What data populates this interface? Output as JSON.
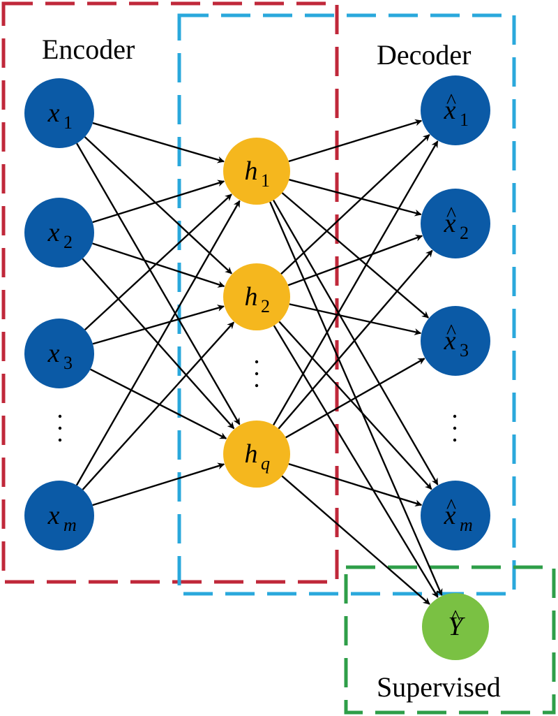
{
  "labels": {
    "encoder": "Encoder",
    "decoder": "Decoder",
    "supervised": "Supervised"
  },
  "colors": {
    "input_node": "#0b5aa6",
    "hidden_node": "#f5b71e",
    "output_node": "#0b5aa6",
    "supervised_node": "#7ac143",
    "encoder_box": "#c0283a",
    "decoder_box": "#2aa8dc",
    "supervised_box": "#2e9e48",
    "edge": "#000000"
  },
  "inputs": [
    {
      "base": "x",
      "sub": "1"
    },
    {
      "base": "x",
      "sub": "2"
    },
    {
      "base": "x",
      "sub": "3"
    },
    {
      "base": "x",
      "sub": "m"
    }
  ],
  "hidden": [
    {
      "base": "h",
      "sub": "1"
    },
    {
      "base": "h",
      "sub": "2"
    },
    {
      "base": "h",
      "sub": "q"
    }
  ],
  "outputs": [
    {
      "base": "x",
      "sub": "1",
      "hat": "^"
    },
    {
      "base": "x",
      "sub": "2",
      "hat": "^"
    },
    {
      "base": "x",
      "sub": "3",
      "hat": "^"
    },
    {
      "base": "x",
      "sub": "m",
      "hat": "^"
    }
  ],
  "supervised_output": {
    "base": "Y",
    "hat": "^"
  },
  "ellipsis": "·\n·\n·"
}
